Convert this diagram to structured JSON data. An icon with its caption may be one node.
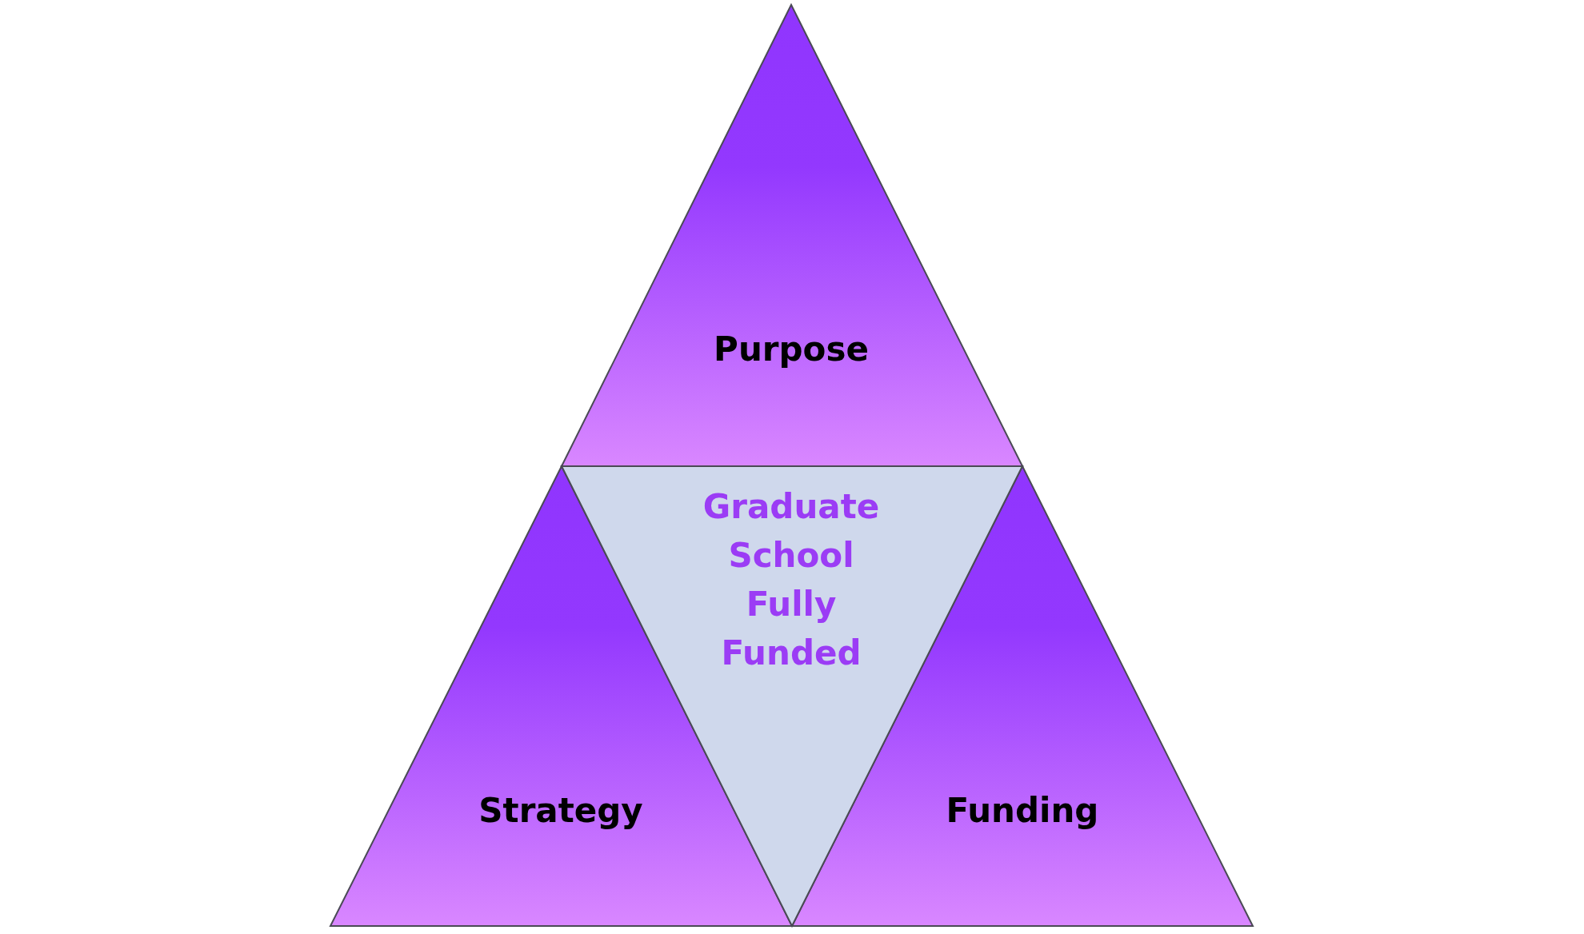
{
  "diagram": {
    "nodes": [
      {
        "text": [
          "Purpose"
        ]
      },
      {
        "text": [
          "Graduate School Fully Funded"
        ]
      },
      {
        "text": [
          "Strategy"
        ]
      },
      {
        "text": [
          "Funding"
        ]
      }
    ]
  }
}
